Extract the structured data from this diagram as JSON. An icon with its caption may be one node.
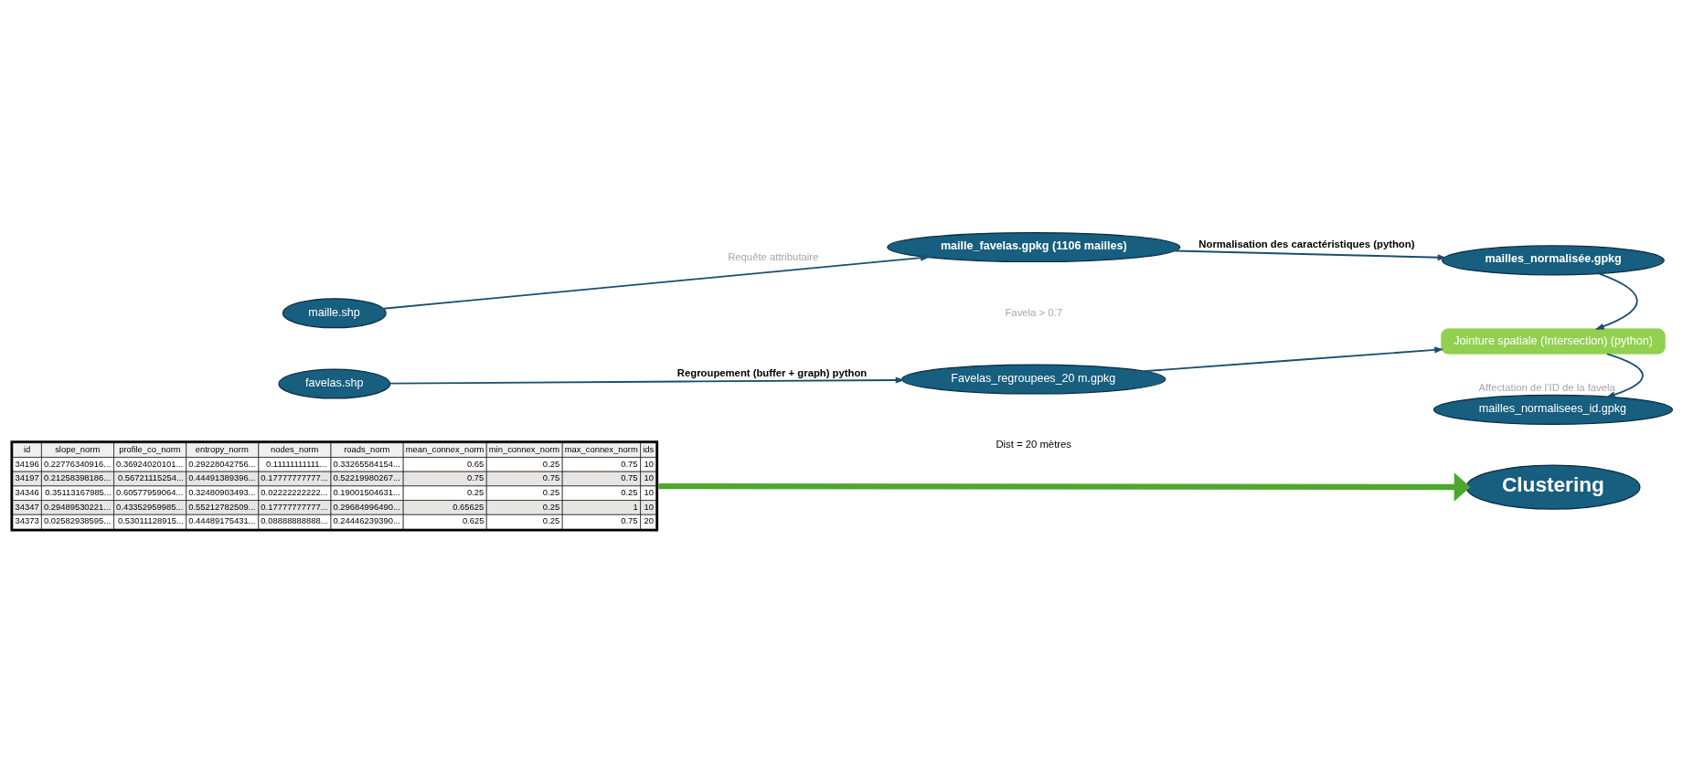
{
  "diagram": {
    "nodes": [
      {
        "text": [
          "maille.shp"
        ]
      },
      {
        "text": [
          "maille_favelas.gpkg (1106 mailles)"
        ]
      },
      {
        "text": [
          "mailles_normalisée.gpkg"
        ]
      },
      {
        "text": [
          "favelas.shp"
        ]
      },
      {
        "text": [
          "Favelas_regroupees_20 m.gpkg"
        ]
      },
      {
        "text": [
          "Jointure spatiale (Intersection) (python)"
        ]
      },
      {
        "text": [
          "mailles_normalisees_id.gpkg"
        ]
      },
      {
        "text": [
          "id",
          "slope_norm",
          "profile_co_norm",
          "entropy_norm",
          "nodes_norm",
          "roads_norm",
          "mean_connex_norm",
          "min_connex_norm",
          "max_connex_norm",
          "ids",
          "34196",
          "0.22776340916...",
          "0.36924020101...",
          "0.29228042756...",
          "0.11111111111...",
          "0.33265584154...",
          "0.65",
          "0.25",
          "0.75",
          "10",
          "34197",
          "0.21258398186...",
          "0.56721115254...",
          "0.44491389396...",
          "0.17777777777...",
          "0.52219980267...",
          "0.75",
          "0.75",
          "0.75",
          "10",
          "34346",
          "0.35113167985...",
          "0.60577959064...",
          "0.32480903493...",
          "0.02222222222...",
          "0.19001504631...",
          "0.25",
          "0.25",
          "0.25",
          "10",
          "34347",
          "0.29489530221...",
          "0.43352959985...",
          "0.55212782509...",
          "0.17777777777...",
          "0.29684996490...",
          "0.65625",
          "0.25",
          "1",
          "10",
          "34373",
          "0.02582938595...",
          "0.53011128915...",
          "0.44489175431...",
          "0.08888888888...",
          "0.24446239390...",
          "0.625",
          "0.25",
          "0.75",
          "20"
        ]
      },
      {
        "text": [
          "Clustering"
        ]
      }
    ],
    "edges": [
      {
        "from": 0,
        "to": 1,
        "arrow": "to",
        "label": "Requête attributaire"
      },
      {
        "from": 1,
        "to": 2,
        "arrow": "to",
        "label": "Normalisation des caractéristiques (python)"
      },
      {
        "from": 2,
        "to": 5,
        "arrow": "to"
      },
      {
        "from": 3,
        "to": 4,
        "arrow": "to",
        "label": "Regroupement (buffer + graph) python"
      },
      {
        "from": 4,
        "to": 5,
        "arrow": "to"
      },
      {
        "from": 5,
        "to": 6,
        "arrow": "to",
        "label": "Affectation de l’ID de la favela"
      },
      {
        "from": 7,
        "to": 8,
        "arrow": "to",
        "style": "thick",
        "color": "#4ea72e"
      }
    ],
    "labels": [
      "Favela > 0.7",
      "Dist = 20 mètres"
    ]
  }
}
